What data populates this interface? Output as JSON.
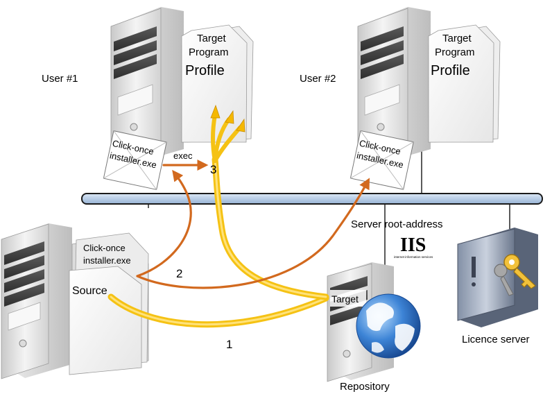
{
  "users": [
    {
      "name": "User #1",
      "documents": [
        "Target",
        "Program",
        "Profile"
      ],
      "installer": [
        "Click-once",
        "installer.exe"
      ]
    },
    {
      "name": "User #2",
      "documents": [
        "Target",
        "Program",
        "Profile"
      ],
      "installer": [
        "Click-once",
        "installer.exe"
      ]
    }
  ],
  "source_machine": {
    "installer": [
      "Click-once",
      "installer.exe"
    ],
    "document": "Source"
  },
  "repository": {
    "label": "Repository",
    "document": "Target"
  },
  "iis": {
    "logo": "IIS",
    "tagline": "internet information services",
    "address_label": "Server root-address"
  },
  "licence_server": {
    "label": "Licence server"
  },
  "flows": {
    "exec_label": "exec",
    "step1": "1",
    "step2": "2",
    "step3": "3"
  },
  "colors": {
    "orange_arrow": "#d2691e",
    "yellow_flow": "#f5b800",
    "network_bar": "#b8cde6",
    "server_body": "#e4e4e4",
    "globe_blue": "#2f6fc0"
  }
}
